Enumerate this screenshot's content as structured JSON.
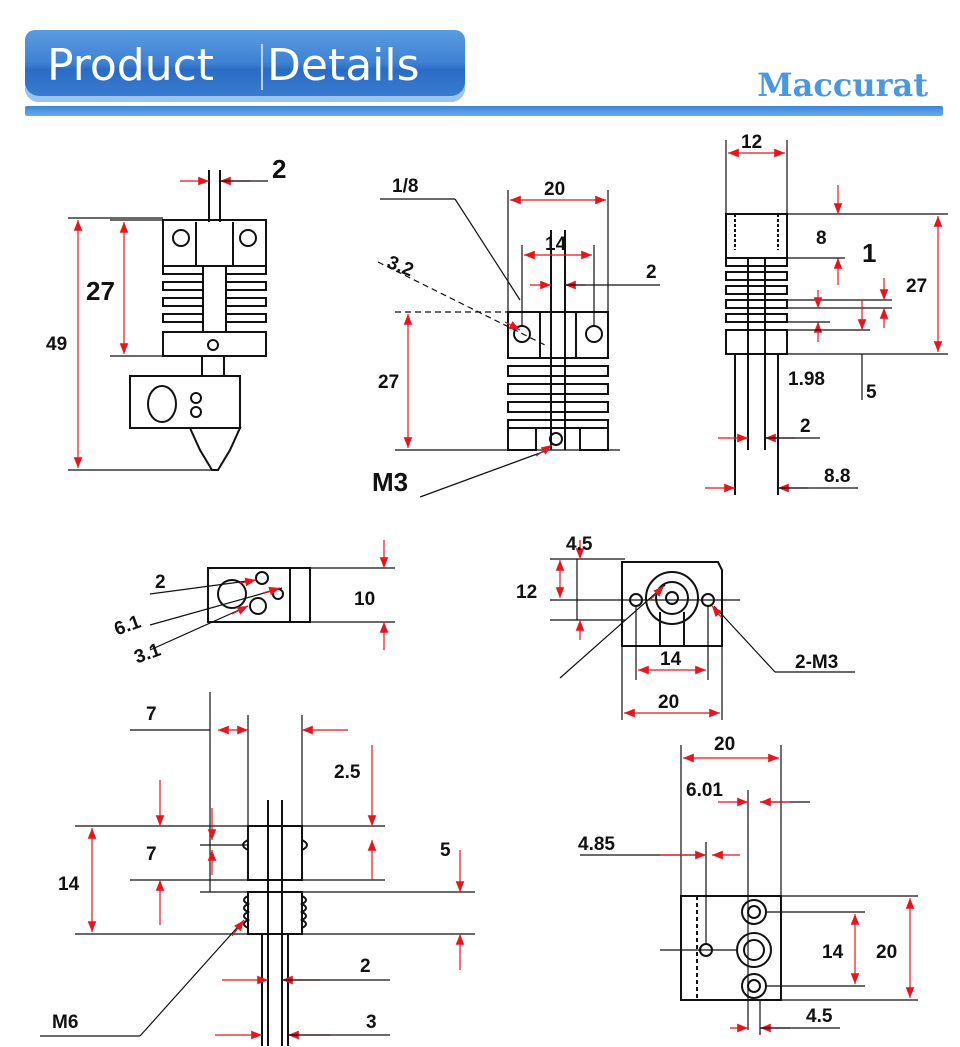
{
  "header": {
    "title_left": "Product",
    "title_right": "Details",
    "brand": "Maccurat"
  },
  "colors": {
    "banner": "#3f82d4",
    "brand": "#4a98e0",
    "arrow": "#e8141e",
    "line": "#111111"
  },
  "dimensions": {
    "front": {
      "tube": "2",
      "heatsink_h": "27",
      "total_h": "49"
    },
    "side": {
      "slope": "1/8",
      "hole": "3.2",
      "outer_w": "20",
      "inner_w": "14",
      "gap": "2",
      "height": "27",
      "screw": "M3"
    },
    "right": {
      "width": "12",
      "top": "8",
      "fin": "1",
      "height": "27",
      "fin_pitch": "1.98",
      "base": "5",
      "tube": "2",
      "tube_out": "8.8"
    },
    "block_small": {
      "hole_a": "2",
      "hole_b": "6.1",
      "hole_c": "3.1",
      "height": "10"
    },
    "mount": {
      "offset": "4.5",
      "height": "12",
      "spacing": "14",
      "width": "20",
      "screws": "2-M3"
    },
    "throat": {
      "top_w": "7",
      "groove": "2.5",
      "groove_h": "7",
      "total_h": "14",
      "thread_h": "5",
      "bore": "2",
      "tube": "3",
      "thread": "M6"
    },
    "heater": {
      "width": "20",
      "nozzle_off": "6.01",
      "side_hole": "4.85",
      "hole_pitch": "14",
      "height": "20",
      "bottom_off": "4.5"
    }
  }
}
